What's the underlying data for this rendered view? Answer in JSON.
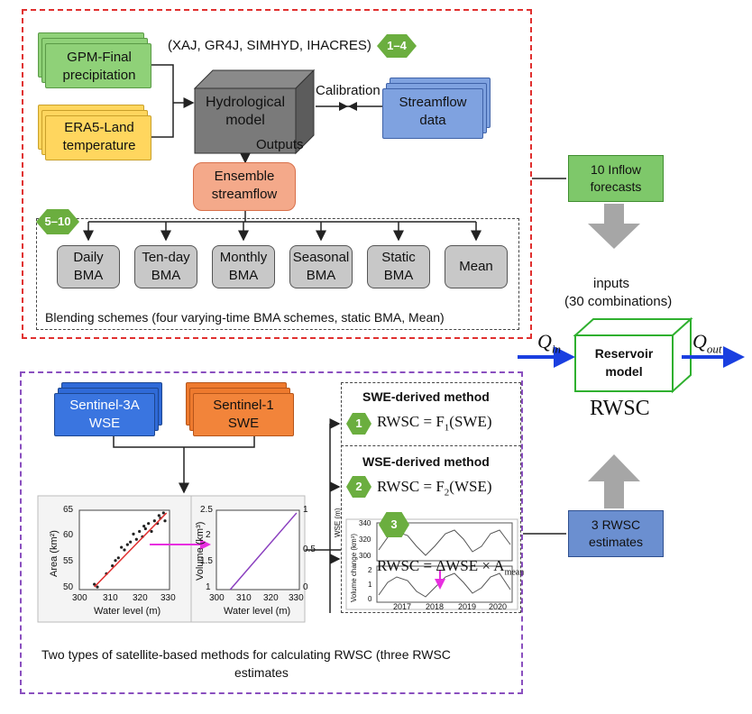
{
  "top": {
    "models_label": "(XAJ, GR4J, SIMHYD, IHACRES)",
    "badge_models": "1–4",
    "gpm": "GPM-Final precipitation",
    "era5": "ERA5-Land temperature",
    "hydro_model": "Hydrological model",
    "calibration": "Calibration",
    "streamflow_data": "Streamflow data",
    "outputs": "Outputs",
    "ensemble": "Ensemble streamflow",
    "badge_blend": "5–10",
    "bma": [
      "Daily BMA",
      "Ten-day BMA",
      "Monthly BMA",
      "Seasonal BMA",
      "Static BMA",
      "Mean"
    ],
    "blending_caption": "Blending schemes (four varying-time BMA schemes, static BMA, Mean)"
  },
  "right": {
    "inflow": "10 Inflow forecasts",
    "inputs": "inputs",
    "combinations": "(30 combinations)",
    "q_in": "Q",
    "q_in_sub": "in",
    "q_out": "Q",
    "q_out_sub": "out",
    "reservoir": "Reservoir model",
    "rwsc": "RWSC",
    "estimates": "3 RWSC estimates"
  },
  "bottom": {
    "sentinel3a": "Sentinel-3A WSE",
    "sentinel1": "Sentinel-1 SWE",
    "swe_method": "SWE-derived method",
    "badge1": "1",
    "formula1_pre": "RWSC = F",
    "formula1_sub": "1",
    "formula1_post": "(SWE)",
    "wse_method": "WSE-derived method",
    "badge2": "2",
    "formula2_pre": "RWSC = F",
    "formula2_sub": "2",
    "formula2_post": "(WSE)",
    "badge3": "3",
    "formula3": "RWSC = ΔWSE × A",
    "formula3_sub": "mean",
    "caption_line1": "Two types of satellite-based methods for calculating RWSC (three RWSC",
    "caption_line2": "estimates"
  },
  "plots": {
    "area_ylabel": "Area (km²)",
    "area_xlabel": "Water level (m)",
    "area_yticks": [
      "65",
      "60",
      "55",
      "50"
    ],
    "area_xticks": [
      "300",
      "310",
      "320",
      "330"
    ],
    "vol_ylabel": "Volume (km³)",
    "vol_xlabel": "Water level (m)",
    "vol_yticks": [
      "2.5",
      "2",
      "1.5",
      "1"
    ],
    "vol_yticks_right": [
      "1",
      "0.5",
      "0"
    ],
    "vol_xticks": [
      "300",
      "310",
      "320",
      "330"
    ],
    "ts_wse_label": "WSE (m)",
    "ts_wse_ticks": [
      "340",
      "320",
      "300"
    ],
    "ts_vol_label": "Volume change (km³)",
    "ts_vol_ticks": [
      "2",
      "1",
      "0"
    ],
    "ts_xticks": [
      "2017",
      "2018",
      "2019",
      "2020"
    ]
  }
}
